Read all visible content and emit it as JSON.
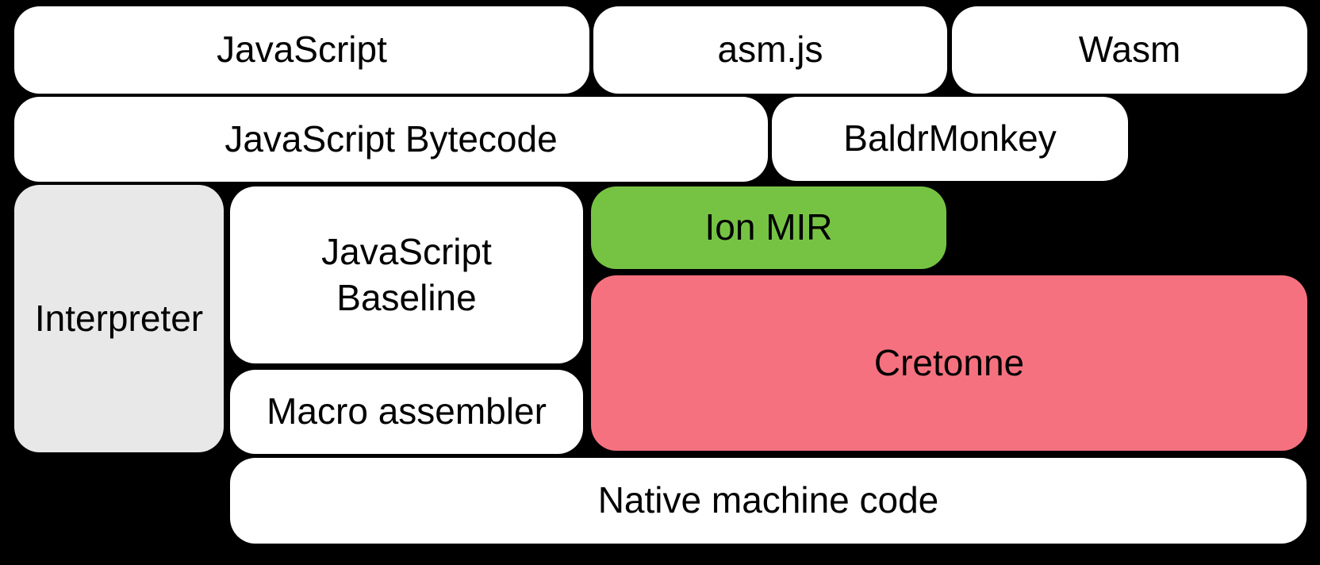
{
  "diagram": {
    "background": "#000000",
    "colors": {
      "box_white": "#ffffff",
      "box_gray": "#e8e8e8",
      "box_green": "#76c344",
      "box_pink": "#f6717f",
      "text": "#000000"
    },
    "boxes": [
      {
        "id": "javascript",
        "label": "JavaScript",
        "fill": "#ffffff"
      },
      {
        "id": "asmjs",
        "label": "asm.js",
        "fill": "#ffffff"
      },
      {
        "id": "wasm",
        "label": "Wasm",
        "fill": "#ffffff"
      },
      {
        "id": "javascript-bytecode",
        "label": "JavaScript Bytecode",
        "fill": "#ffffff"
      },
      {
        "id": "baldrmonkey",
        "label": "BaldrMonkey",
        "fill": "#ffffff"
      },
      {
        "id": "interpreter",
        "label": "Interpreter",
        "fill": "#e8e8e8"
      },
      {
        "id": "javascript-baseline",
        "label": "JavaScript\nBaseline",
        "fill": "#ffffff"
      },
      {
        "id": "ion-mir",
        "label": "Ion MIR",
        "fill": "#76c344"
      },
      {
        "id": "macro-assembler",
        "label": "Macro assembler",
        "fill": "#ffffff"
      },
      {
        "id": "cretonne",
        "label": "Cretonne",
        "fill": "#f6717f"
      },
      {
        "id": "native-machine-code",
        "label": "Native machine code",
        "fill": "#ffffff"
      }
    ]
  }
}
